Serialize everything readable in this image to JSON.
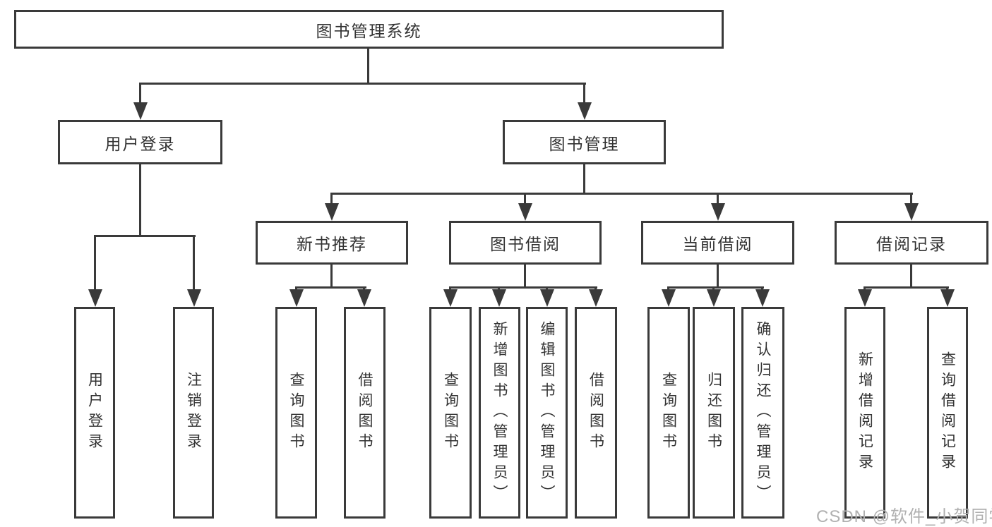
{
  "diagram_title": "图书管理系统",
  "tree": {
    "root": {
      "label": "图书管理系统"
    },
    "level2": [
      {
        "label": "用户登录",
        "children": [
          {
            "label": "用户登录"
          },
          {
            "label": "注销登录"
          }
        ]
      },
      {
        "label": "图书管理"
      }
    ],
    "level3": [
      {
        "label": "新书推荐",
        "children": [
          {
            "label": "查询图书"
          },
          {
            "label": "借阅图书"
          }
        ]
      },
      {
        "label": "图书借阅",
        "children": [
          {
            "label": "查询图书"
          },
          {
            "label": "新增图书（管理员）"
          },
          {
            "label": "编辑图书（管理员）"
          },
          {
            "label": "借阅图书"
          }
        ]
      },
      {
        "label": "当前借阅",
        "children": [
          {
            "label": "查询图书"
          },
          {
            "label": "归还图书"
          },
          {
            "label": "确认归还（管理员）"
          }
        ]
      },
      {
        "label": "借阅记录",
        "children": [
          {
            "label": "新增借阅记录"
          },
          {
            "label": "查询借阅记录"
          }
        ]
      }
    ]
  },
  "watermark": {
    "text": "CSDN @软件_小贺同学"
  },
  "colors": {
    "line": "#3a3a3a",
    "text": "#333333",
    "background": "#ffffff",
    "watermark": "#b0b0b0"
  }
}
